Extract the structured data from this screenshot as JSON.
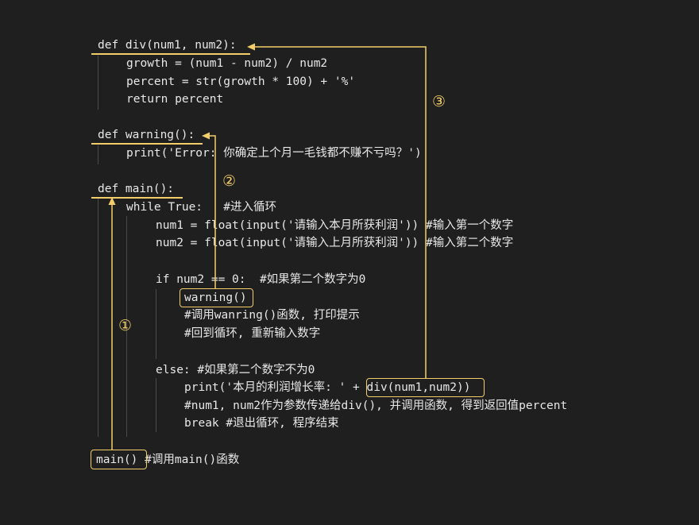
{
  "code": {
    "l1": "def div(num1, num2):",
    "l2": "growth = (num1 - num2) / num2",
    "l3": "percent = str(growth * 100) + '%'",
    "l4": "return percent",
    "l5": "def warning():",
    "l6": "print('Error: 你确定上个月一毛钱都不赚不亏吗？')",
    "l7": "def main():",
    "l8": "while True:   #进入循环",
    "l9": "num1 = float(input('请输入本月所获利润')) #输入第一个数字",
    "l10": "num2 = float(input('请输入上月所获利润')) #输入第二个数字",
    "l11": "if num2 == 0:  #如果第二个数字为0",
    "l12": "warning()",
    "l13": "#调用wanring()函数, 打印提示",
    "l14": "#回到循环, 重新输入数字",
    "l15": "else: #如果第二个数字不为0",
    "l16": "print('本月的利润增长率: ' + div(num1,num2))",
    "l17": "#num1, num2作为参数传递给div(), 并调用函数, 得到返回值percent",
    "l18": "break #退出循环, 程序结束",
    "l19": "main() #调用main()函数"
  },
  "badges": {
    "b1": "①",
    "b2": "②",
    "b3": "③"
  },
  "colors": {
    "background": "#1f1f1f",
    "code_text": "#e8e8e8",
    "annotation": "#f2cd6a",
    "indent_guide": "#4a4a4a"
  }
}
